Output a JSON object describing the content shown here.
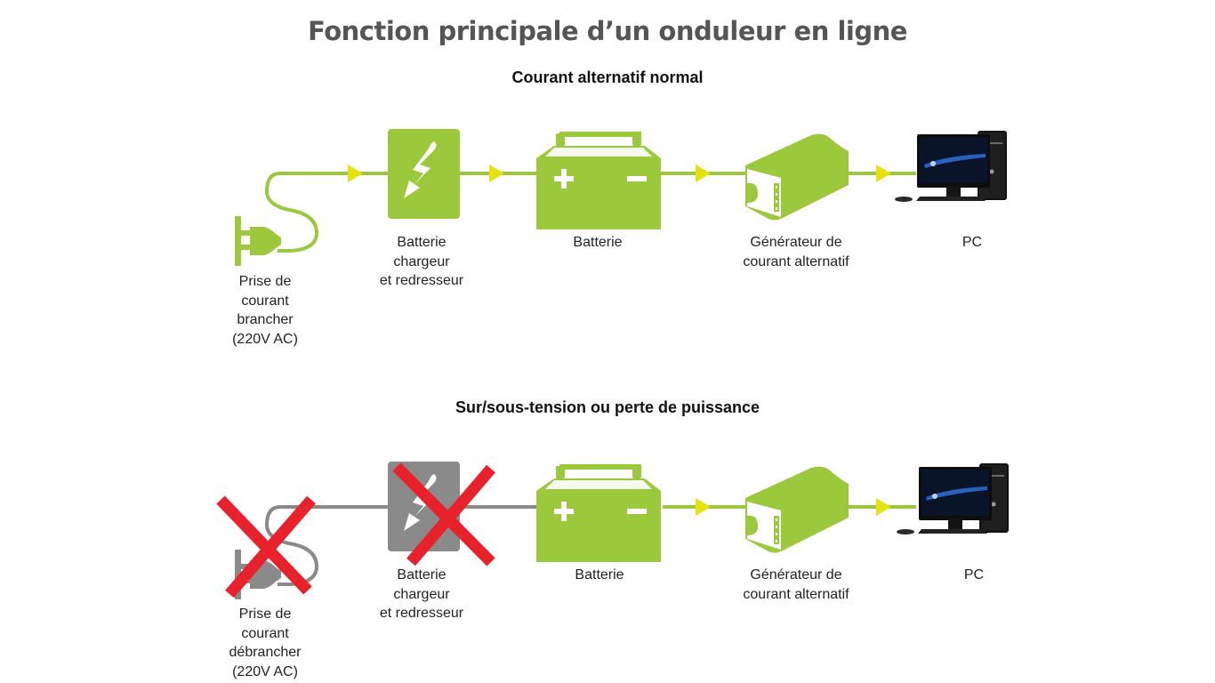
{
  "title": "Fonction principale d’un onduleur en ligne",
  "colors": {
    "active": "#9cc83c",
    "inactive": "#8a8a8a",
    "arrow": "#e4e40c",
    "cross": "#e8212a",
    "title_text": "#555555"
  },
  "scenarios": [
    {
      "heading": "Courant alternatif normal",
      "labels": {
        "outlet": [
          "Prise de",
          "courant",
          "brancher",
          "(220V AC)"
        ],
        "charger": [
          "Batterie",
          "chargeur",
          "et redresseur"
        ],
        "battery": [
          "Batterie"
        ],
        "inverter": [
          "Générateur de",
          "courant alternatif"
        ],
        "pc": [
          "PC"
        ]
      },
      "outlet_active": true,
      "charger_active": true
    },
    {
      "heading": "Sur/sous-tension ou perte de puissance",
      "labels": {
        "outlet": [
          "Prise de",
          "courant",
          "débrancher",
          "(220V AC)"
        ],
        "charger": [
          "Batterie",
          "chargeur",
          "et redresseur"
        ],
        "battery": [
          "Batterie"
        ],
        "inverter": [
          "Générateur de",
          "courant alternatif"
        ],
        "pc": [
          "PC"
        ]
      },
      "outlet_active": false,
      "charger_active": false
    }
  ]
}
